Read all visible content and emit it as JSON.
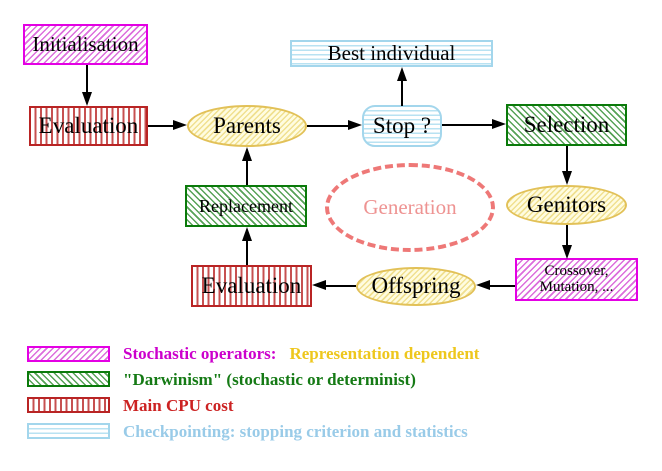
{
  "nodes": {
    "initialisation": {
      "label": "Initialisation",
      "pattern": "magenta-diagonal-hatch"
    },
    "evaluation_top": {
      "label": "Evaluation",
      "pattern": "red-vertical-lines"
    },
    "parents": {
      "label": "Parents",
      "pattern": "yellow-diagonal-hatch"
    },
    "stop": {
      "label": "Stop ?",
      "pattern": "cyan-horizontal-lines"
    },
    "best_individual": {
      "label": "Best individual",
      "pattern": "cyan-horizontal-lines"
    },
    "selection": {
      "label": "Selection",
      "pattern": "green-diagonal-hatch"
    },
    "genitors": {
      "label": "Genitors",
      "pattern": "yellow-diagonal-hatch"
    },
    "crossover_mutation": {
      "line1": "Crossover,",
      "line2": "Mutation, ...",
      "pattern": "magenta-diagonal-hatch"
    },
    "offspring": {
      "label": "Offspring",
      "pattern": "yellow-diagonal-hatch"
    },
    "evaluation_bottom": {
      "label": "Evaluation",
      "pattern": "red-vertical-lines"
    },
    "replacement": {
      "label": "Replacement",
      "pattern": "green-diagonal-hatch"
    },
    "generation": {
      "label": "Generation",
      "style": "dashed-salmon-ellipse"
    }
  },
  "legend": {
    "rows": [
      {
        "swatch": "magenta-diagonal-hatch",
        "label": "Stochastic operators:",
        "label2": "Representation dependent"
      },
      {
        "swatch": "green-diagonal-hatch",
        "label": "\"Darwinism\" (stochastic or determinist)"
      },
      {
        "swatch": "red-vertical-lines",
        "label": "Main CPU cost"
      },
      {
        "swatch": "cyan-horizontal-lines",
        "label": "Checkpointing: stopping criterion and statistics"
      }
    ]
  },
  "colors": {
    "magenta_border": "#e400e4",
    "magenta_text": "#cc00cc",
    "gold_text": "#eec71d",
    "green_border": "#0a7a0a",
    "green_text": "#157a15",
    "red_border": "#b92424",
    "red_text": "#cc2222",
    "cyan_border": "#a3d6ec",
    "cyan_text": "#99cbe8",
    "yellow_border": "#e2c158",
    "salmon_dashed": "#ee7877",
    "salmon_text": "#ee9392",
    "arrow": "#000000",
    "node_text": "#000000",
    "background": "#ffffff"
  }
}
